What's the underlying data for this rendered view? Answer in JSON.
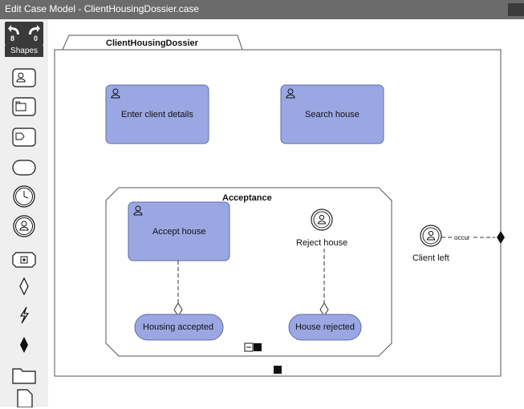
{
  "window": {
    "title": "Edit Case Model - ClientHousingDossier.case"
  },
  "toolbar": {
    "undo_count": "8",
    "redo_count": "0"
  },
  "palette": {
    "tab_label": "Shapes",
    "items": [
      {
        "name": "human-task",
        "icon": "human-task-icon"
      },
      {
        "name": "case-task",
        "icon": "case-task-icon"
      },
      {
        "name": "process-task",
        "icon": "process-task-icon"
      },
      {
        "name": "milestone",
        "icon": "milestone-icon"
      },
      {
        "name": "timer-event",
        "icon": "timer-event-icon"
      },
      {
        "name": "user-event",
        "icon": "user-event-icon"
      },
      {
        "name": "stage",
        "icon": "stage-icon"
      },
      {
        "name": "entry-criterion",
        "icon": "entry-criterion-icon"
      },
      {
        "name": "case-file-item",
        "icon": "lightning-icon"
      },
      {
        "name": "exit-criterion",
        "icon": "exit-criterion-icon"
      },
      {
        "name": "case-file-folder",
        "icon": "folder-icon"
      },
      {
        "name": "document",
        "icon": "document-icon"
      }
    ]
  },
  "case_plan": {
    "name": "ClientHousingDossier"
  },
  "tasks": {
    "enter_client_details": "Enter client details",
    "search_house": "Search house",
    "accept_house": "Accept house"
  },
  "stage": {
    "name": "Acceptance"
  },
  "events": {
    "reject_house": "Reject house",
    "client_left": "Client left"
  },
  "milestones": {
    "housing_accepted": "Housing accepted",
    "house_rejected": "House rejected"
  },
  "connector_labels": {
    "occur": "occur"
  },
  "colors": {
    "task_fill": "#9aa7e2",
    "task_stroke": "#5e6ca8",
    "titlebar": "#6b6b6b",
    "palette_dark": "#3a3a3a"
  }
}
